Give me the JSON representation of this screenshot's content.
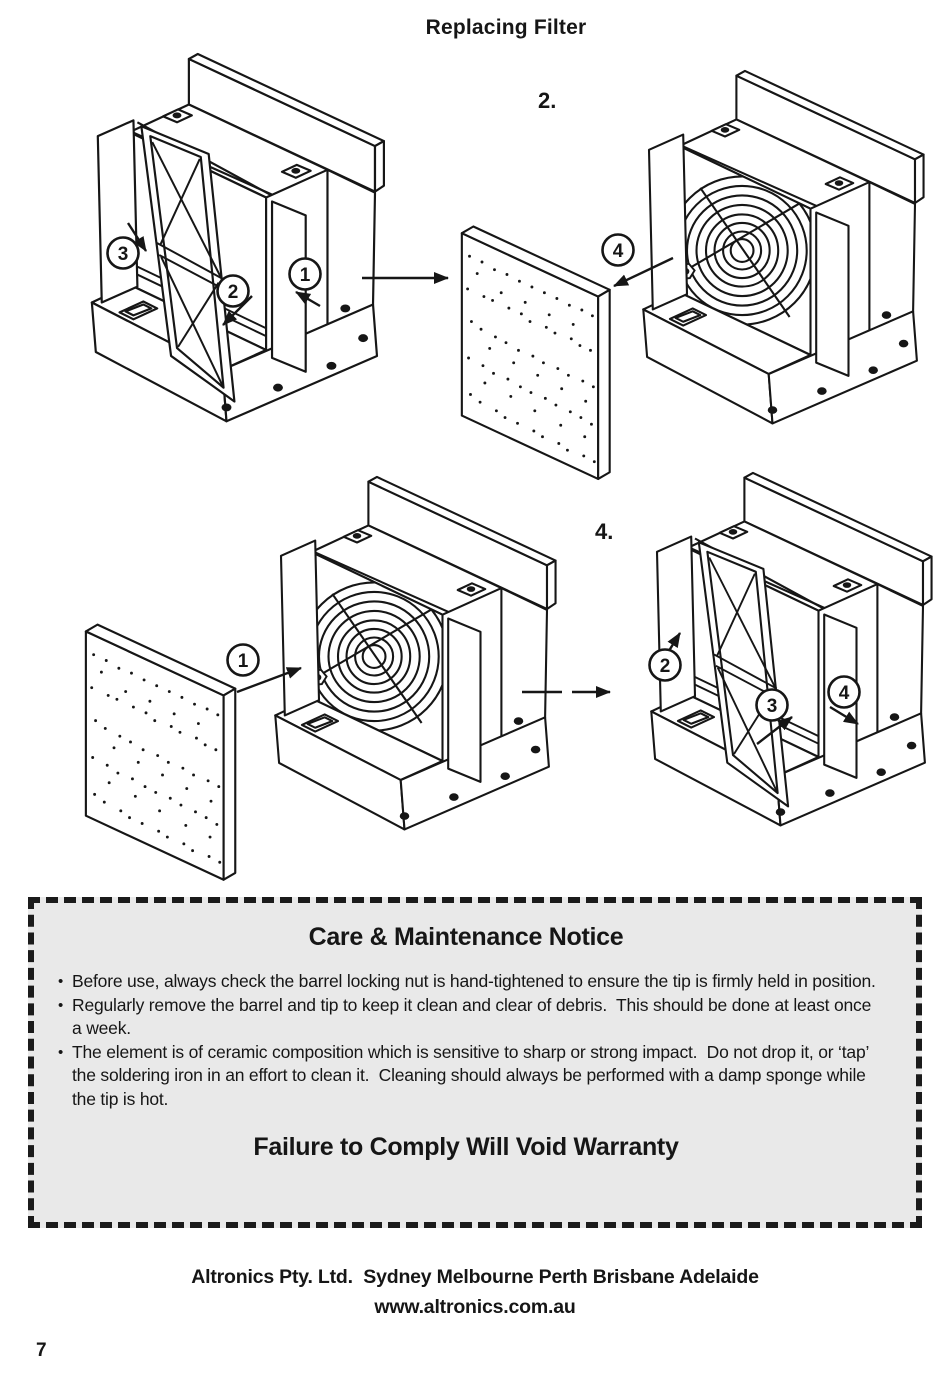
{
  "page": {
    "title": "Replacing Filter",
    "page_number": "7"
  },
  "figures": {
    "step2_label": "2.",
    "step4_label": "4.",
    "step1_callouts": [
      "3",
      "2",
      "1"
    ],
    "step2_callouts": [
      "4"
    ],
    "step3_callouts": [
      "1"
    ],
    "step4_callouts": [
      "2",
      "3",
      "4"
    ]
  },
  "notice": {
    "title": "Care & Maintenance Notice",
    "bullets": [
      "Before use, always check the barrel locking nut is hand-tightened to ensure the tip is firmly held in position.",
      "Regularly remove the barrel and tip to keep it clean and clear of debris.  This should be done at least once a week.",
      "The element is of ceramic composition which is sensitive to sharp or strong impact.  Do not drop it, or ‘tap’ the soldering iron in an effort to clean it.  Cleaning should always be performed with a damp sponge while the tip is hot."
    ],
    "warning": "Failure to Comply Will Void Warranty"
  },
  "footer": {
    "company_line": "Altronics Pty. Ltd.  Sydney Melbourne Perth Brisbane Adelaide",
    "website": "www.altronics.com.au"
  },
  "colors": {
    "ink": "#161616",
    "notice_bg": "#e9e9e9"
  }
}
